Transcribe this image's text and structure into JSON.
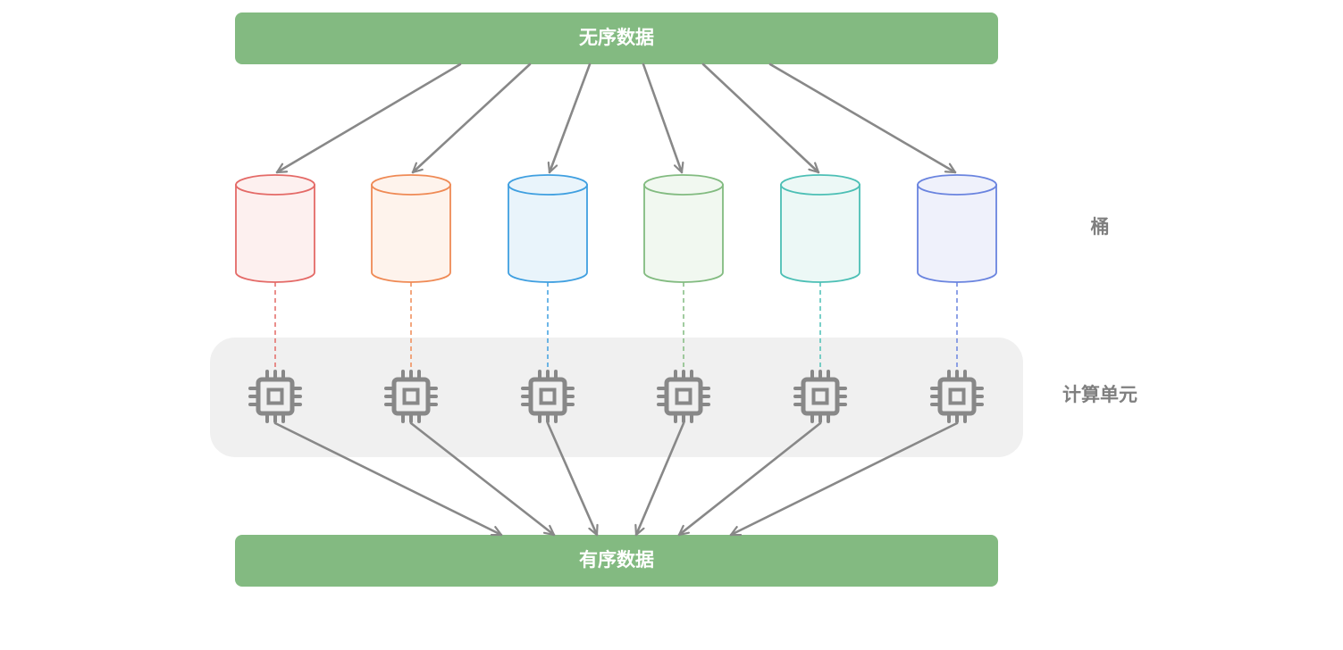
{
  "diagram": {
    "top_box_label": "无序数据",
    "bottom_box_label": "有序数据",
    "bucket_label": "桶",
    "compute_label": "计算单元",
    "box_color": "#83ba81",
    "arrow_color": "#888888",
    "chip_color": "#888888",
    "panel_color": "#f0f0f0",
    "buckets": [
      {
        "name": "bucket-1",
        "stroke": "#e46a67",
        "fill": "#fdf0ef"
      },
      {
        "name": "bucket-2",
        "stroke": "#ef8a55",
        "fill": "#fef3ec"
      },
      {
        "name": "bucket-3",
        "stroke": "#3f9fe0",
        "fill": "#e9f4fb"
      },
      {
        "name": "bucket-4",
        "stroke": "#82bb80",
        "fill": "#f1f8f0"
      },
      {
        "name": "bucket-5",
        "stroke": "#4cbfb5",
        "fill": "#ecf8f6"
      },
      {
        "name": "bucket-6",
        "stroke": "#6a84df",
        "fill": "#eff1fb"
      }
    ],
    "compute_units": [
      {
        "icon": "cpu-chip-icon"
      },
      {
        "icon": "cpu-chip-icon"
      },
      {
        "icon": "cpu-chip-icon"
      },
      {
        "icon": "cpu-chip-icon"
      },
      {
        "icon": "cpu-chip-icon"
      },
      {
        "icon": "cpu-chip-icon"
      }
    ]
  }
}
